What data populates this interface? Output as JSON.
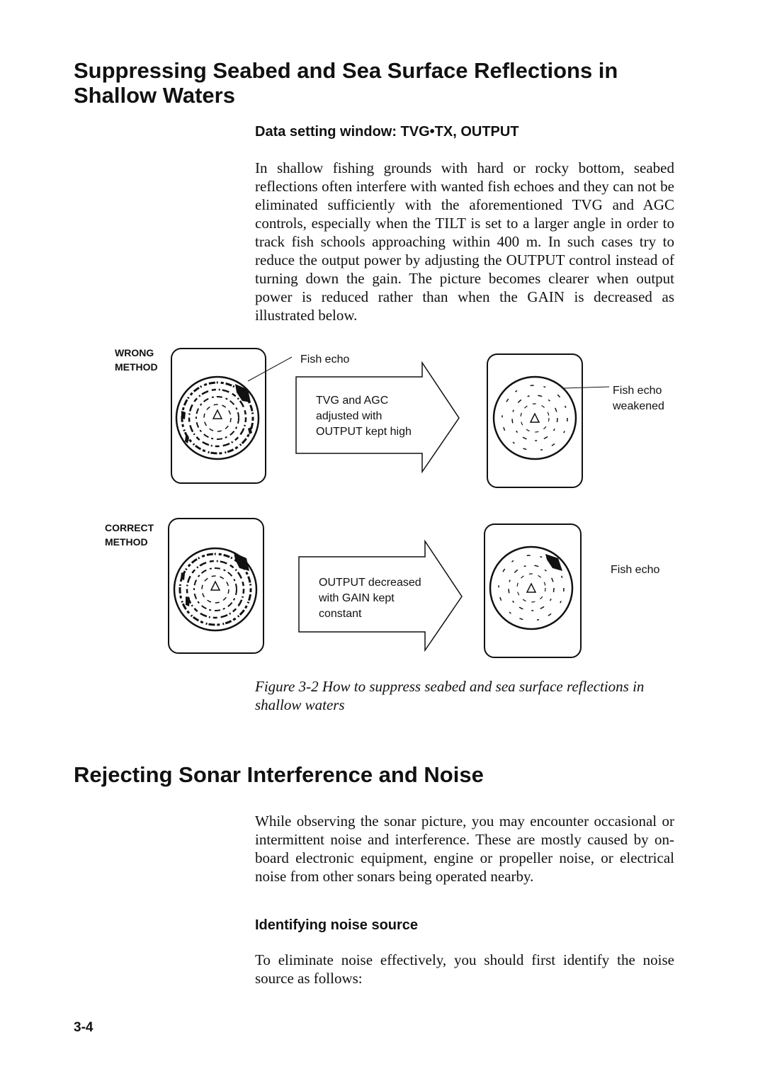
{
  "section1": {
    "title": "Suppressing Seabed and Sea Surface Reflections in Shallow Waters",
    "subheading": "Data setting window: TVG•TX, OUTPUT",
    "paragraph": "In shallow fishing grounds with hard or rocky bottom, seabed reflections often interfere with wanted fish echoes and they can not be eliminated sufficiently with the aforementioned TVG and AGC controls, especially when the TILT is set to a larger angle in order to track fish schools approaching within 400 m. In such cases try to reduce the output power by adjusting the OUTPUT control instead of turning down the gain. The picture becomes clearer when output power is reduced rather than when the GAIN is decreased as illustrated below."
  },
  "figure": {
    "wrong_label_line1": "WRONG",
    "wrong_label_line2": "METHOD",
    "correct_label_line1": "CORRECT",
    "correct_label_line2": "METHOD",
    "fish_echo_top": "Fish echo",
    "arrow1_line1": "TVG and AGC",
    "arrow1_line2": "adjusted with",
    "arrow1_line3": "OUTPUT kept high",
    "fish_echo_weakened_line1": "Fish echo",
    "fish_echo_weakened_line2": "weakened",
    "arrow2_line1": "OUTPUT decreased",
    "arrow2_line2": "with GAIN kept",
    "arrow2_line3": "constant",
    "fish_echo_bottom": "Fish echo",
    "caption": "Figure 3-2 How to suppress seabed and sea surface reflections in shallow waters"
  },
  "section2": {
    "title": "Rejecting Sonar Interference and Noise",
    "paragraph": "While observing the sonar picture, you may encounter occasional or intermittent noise and interference. These are mostly caused by on-board electronic equipment, engine or propeller noise, or electrical noise from other sonars being operated nearby.",
    "subheading": "Identifying noise source",
    "paragraph2": "To eliminate noise effectively, you should first identify the noise source as follows:"
  },
  "page_number": "3-4"
}
